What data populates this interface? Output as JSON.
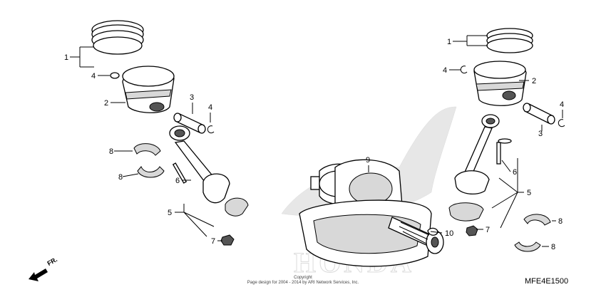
{
  "diagram": {
    "watermark_text": "HONDA",
    "copyright_line1": "Copyright",
    "copyright_line2": "Page design for 2004 - 2014 by ARI Network Services, Inc.",
    "diagram_code": "MFE4E1500",
    "direction_label": "FR.",
    "callouts": [
      "1",
      "4",
      "2",
      "3",
      "4",
      "8",
      "8",
      "6",
      "5",
      "7",
      "9",
      "10",
      "1",
      "4",
      "2",
      "4",
      "3",
      "6",
      "5",
      "7",
      "8",
      "8"
    ]
  }
}
